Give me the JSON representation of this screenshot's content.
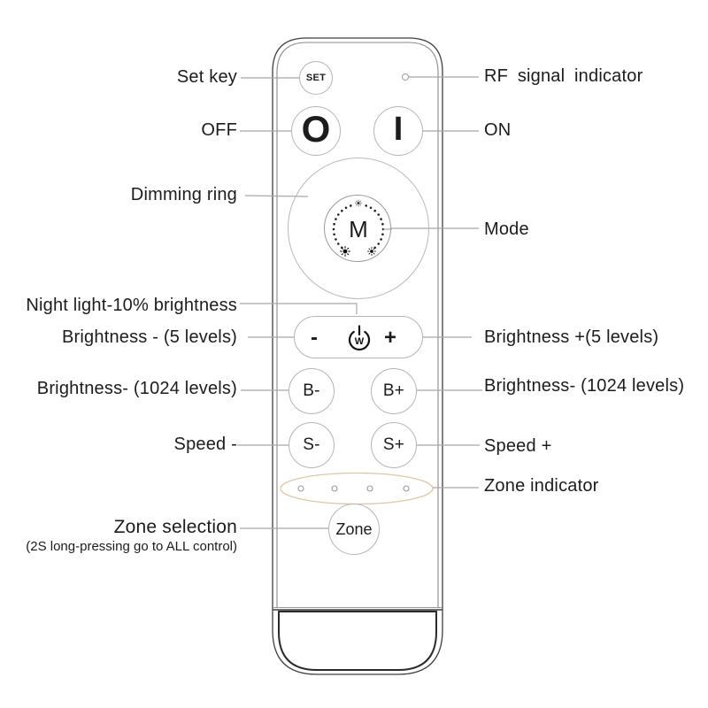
{
  "diagram": {
    "device": "rf-remote-control",
    "colors": {
      "leader_line": "#a8a8a8",
      "button_outline": "#b5b5b5",
      "body_outline": "#3f3f3f",
      "body_inner_outline": "#8a8a8a",
      "battery_cover_outline": "#2b2b2b",
      "zone_ellipse": "#dcc8a6",
      "text": "#1c1c1c"
    }
  },
  "buttons": {
    "set": "SET",
    "off": "O",
    "on": "I",
    "mode": "M",
    "dim_minus": "-",
    "dim_plus": "+",
    "night_w": "W",
    "b_minus": "B-",
    "b_plus": "B+",
    "s_minus": "S-",
    "s_plus": "S+",
    "zone": "Zone"
  },
  "annotations": {
    "left": [
      {
        "id": "set-key",
        "text": "Set key"
      },
      {
        "id": "off",
        "text": "OFF"
      },
      {
        "id": "dimming-ring",
        "text": "Dimming ring"
      },
      {
        "id": "night-light",
        "text": "Night light-10% brightness"
      },
      {
        "id": "brightness-minus-5",
        "text": "Brightness - (5 levels)"
      },
      {
        "id": "brightness-minus-1024",
        "text": "Brightness- (1024 levels)"
      },
      {
        "id": "speed-minus",
        "text": "Speed -"
      },
      {
        "id": "zone-selection",
        "text": "Zone selection"
      },
      {
        "id": "zone-selection-note",
        "text": "(2S long-pressing go to ALL control)"
      }
    ],
    "right": [
      {
        "id": "rf-signal-indicator",
        "text": "RF signal indicator"
      },
      {
        "id": "on",
        "text": "ON"
      },
      {
        "id": "mode",
        "text": "Mode"
      },
      {
        "id": "brightness-plus-5",
        "text": "Brightness +(5 levels)"
      },
      {
        "id": "brightness-minus-1024",
        "text": "Brightness- (1024 levels)"
      },
      {
        "id": "speed-plus",
        "text": "Speed +"
      },
      {
        "id": "zone-indicator",
        "text": "Zone indicator"
      }
    ]
  }
}
